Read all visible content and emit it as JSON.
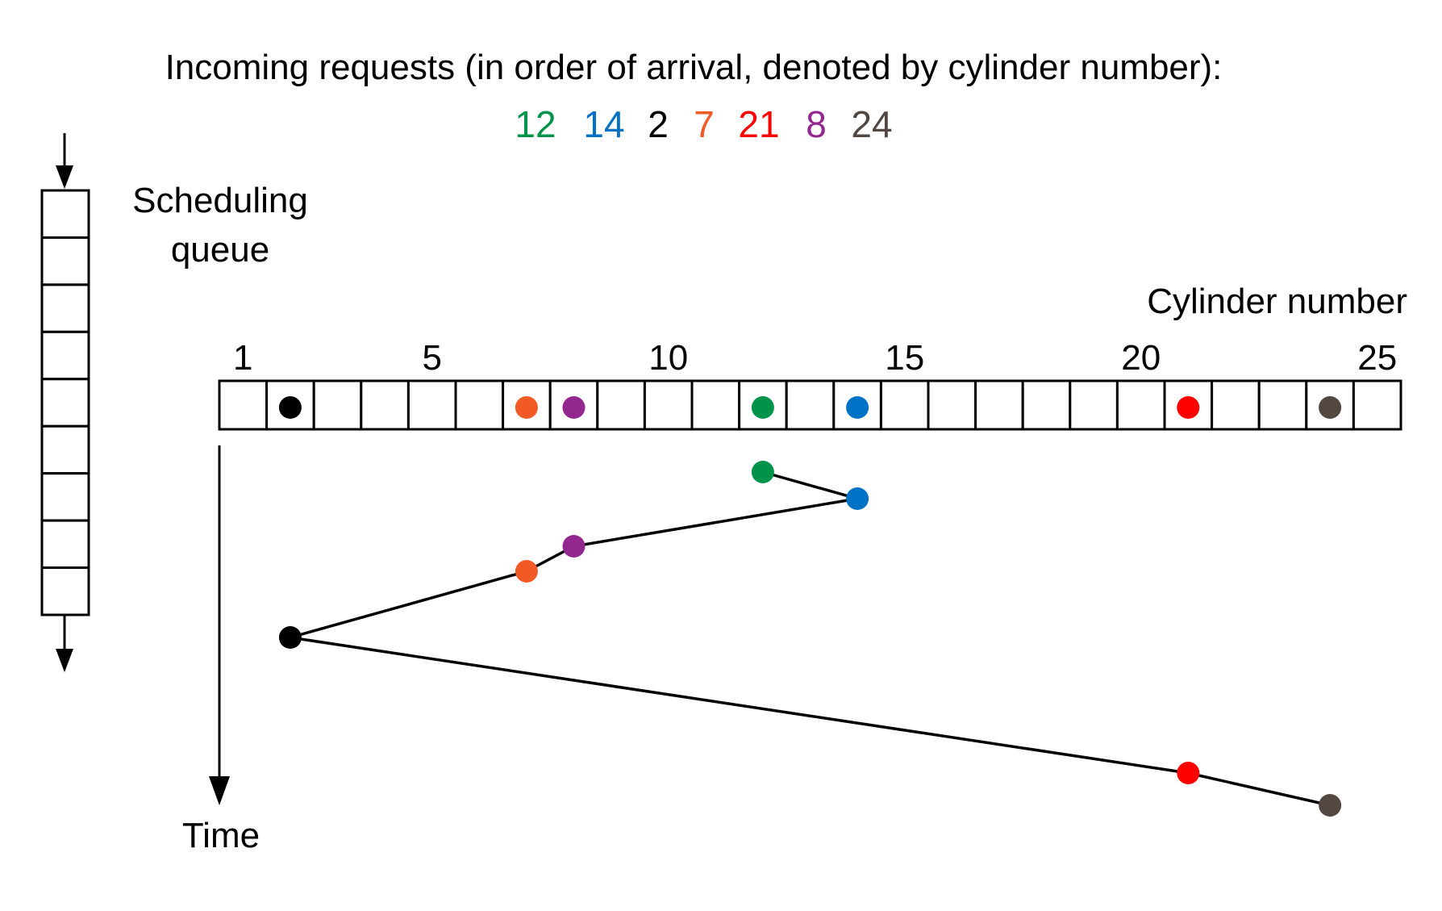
{
  "header": {
    "title": "Incoming requests (in order of arrival, denoted by cylinder number):",
    "requests": [
      {
        "label": "12",
        "cylinder": 12,
        "color": "#00934a"
      },
      {
        "label": "14",
        "cylinder": 14,
        "color": "#0072c6"
      },
      {
        "label": "2",
        "cylinder": 2,
        "color": "#000000"
      },
      {
        "label": "7",
        "cylinder": 7,
        "color": "#f15a24"
      },
      {
        "label": "21",
        "cylinder": 21,
        "color": "#ff0000"
      },
      {
        "label": "8",
        "cylinder": 8,
        "color": "#92278f"
      },
      {
        "label": "24",
        "cylinder": 24,
        "color": "#534741"
      }
    ]
  },
  "queue": {
    "label_line1": "Scheduling",
    "label_line2": "queue",
    "slot_count": 9
  },
  "cylinders": {
    "label": "Cylinder number",
    "count": 25,
    "tick_labels": [
      {
        "text": "1",
        "cylinder": 1
      },
      {
        "text": "5",
        "cylinder": 5
      },
      {
        "text": "10",
        "cylinder": 10
      },
      {
        "text": "15",
        "cylinder": 15
      },
      {
        "text": "20",
        "cylinder": 20
      },
      {
        "text": "25",
        "cylinder": 25
      }
    ]
  },
  "time_axis": {
    "label": "Time"
  },
  "service_order": [
    12,
    14,
    8,
    7,
    2,
    21,
    24
  ]
}
